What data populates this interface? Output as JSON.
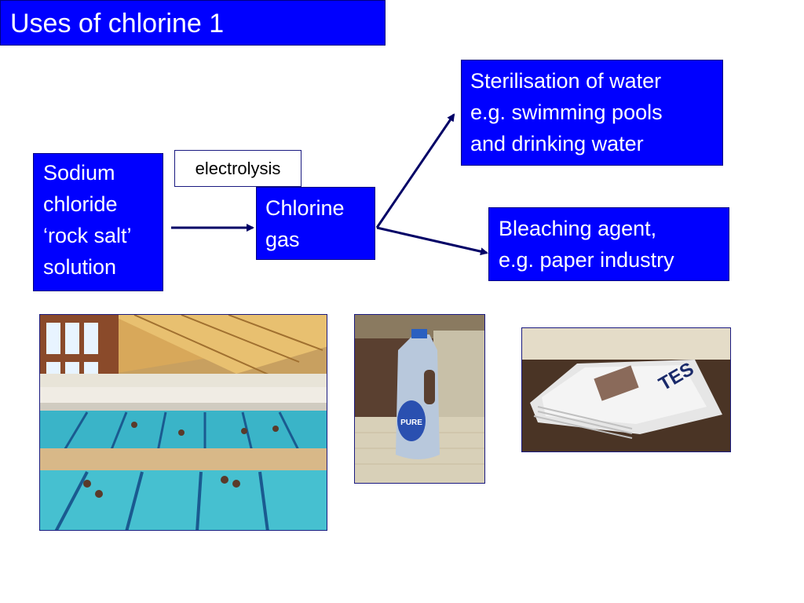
{
  "slide": {
    "title": "Uses of chlorine 1"
  },
  "diagram": {
    "source_box": "Sodium\nchloride\n‘rock salt’\nsolution",
    "process_label": "electrolysis",
    "product_box": "Chlorine\ngas",
    "use_1": "Sterilisation of water\ne.g. swimming pools\nand drinking water",
    "use_2": "Bleaching agent,\ne.g. paper industry"
  },
  "photos": {
    "bleach_label": "PURE"
  },
  "colors": {
    "box_fill": "#0000ff",
    "arrow": "#000066"
  }
}
